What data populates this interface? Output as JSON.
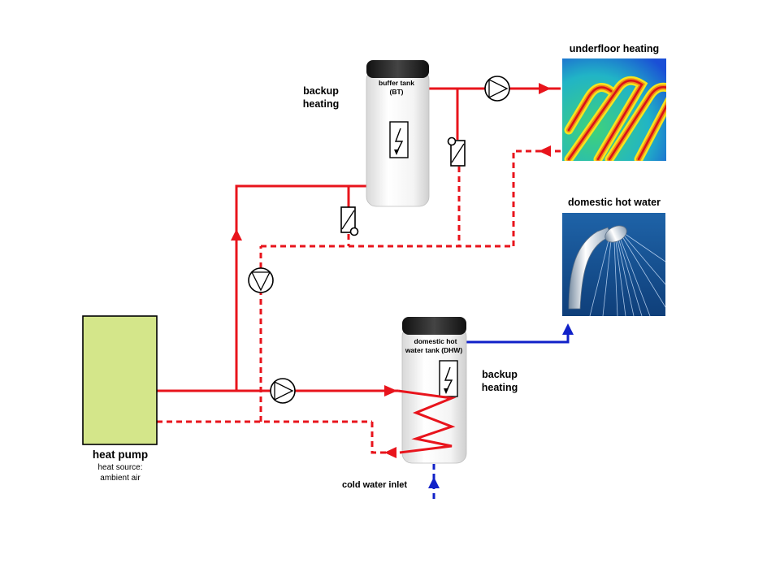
{
  "labels": {
    "underfloor_heating": "underfloor heating",
    "domestic_hot_water": "domestic hot water",
    "backup_heating_top_line1": "backup",
    "backup_heating_top_line2": "heating",
    "backup_heating_bottom_line1": "backup",
    "backup_heating_bottom_line2": "heating",
    "buffer_tank_line1": "buffer tank",
    "buffer_tank_line2": "(BT)",
    "dhw_tank_line1": "domestic hot",
    "dhw_tank_line2": "water tank (DHW)",
    "heat_pump": "heat pump",
    "heat_source_line1": "heat source:",
    "heat_source_line2": "ambient air",
    "cold_water_inlet": "cold water inlet"
  },
  "colors": {
    "supply": "#e8141c",
    "cold_water": "#1021c8",
    "heat_pump_fill": "#d4e68a",
    "tank_cap": "#2b2b2b"
  },
  "icons": [
    "pump-icon",
    "check-valve-icon",
    "electric-heater-icon",
    "flow-arrow-icon",
    "coil-icon"
  ]
}
